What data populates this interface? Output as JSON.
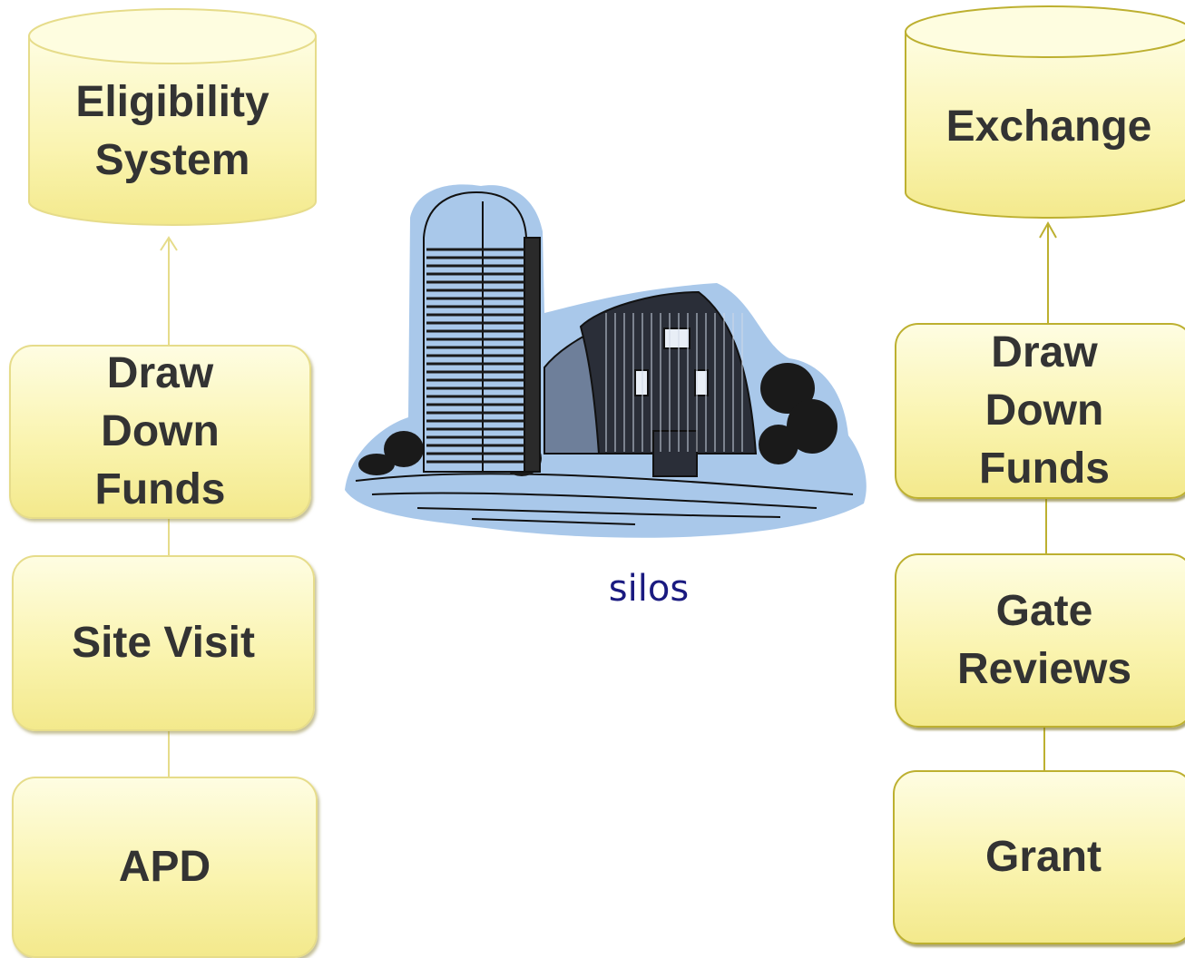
{
  "left_column": {
    "cylinder": "Eligibility\nSystem",
    "box1": "Draw\nDown\nFunds",
    "box2": "Site Visit",
    "box3": "APD"
  },
  "right_column": {
    "cylinder": "Exchange",
    "box1": "Draw\nDown\nFunds",
    "box2": "Gate\nReviews",
    "box3": "Grant"
  },
  "center": {
    "caption": "silos",
    "illustration": "barn-and-silo-clipart"
  },
  "colors": {
    "box_fill": "#faf4b0",
    "box_border_left": "#e6dc8a",
    "box_border_right": "#bdb030",
    "text": "#333333",
    "caption": "#1a1a80",
    "clipart_bg": "#a9c8ea"
  }
}
